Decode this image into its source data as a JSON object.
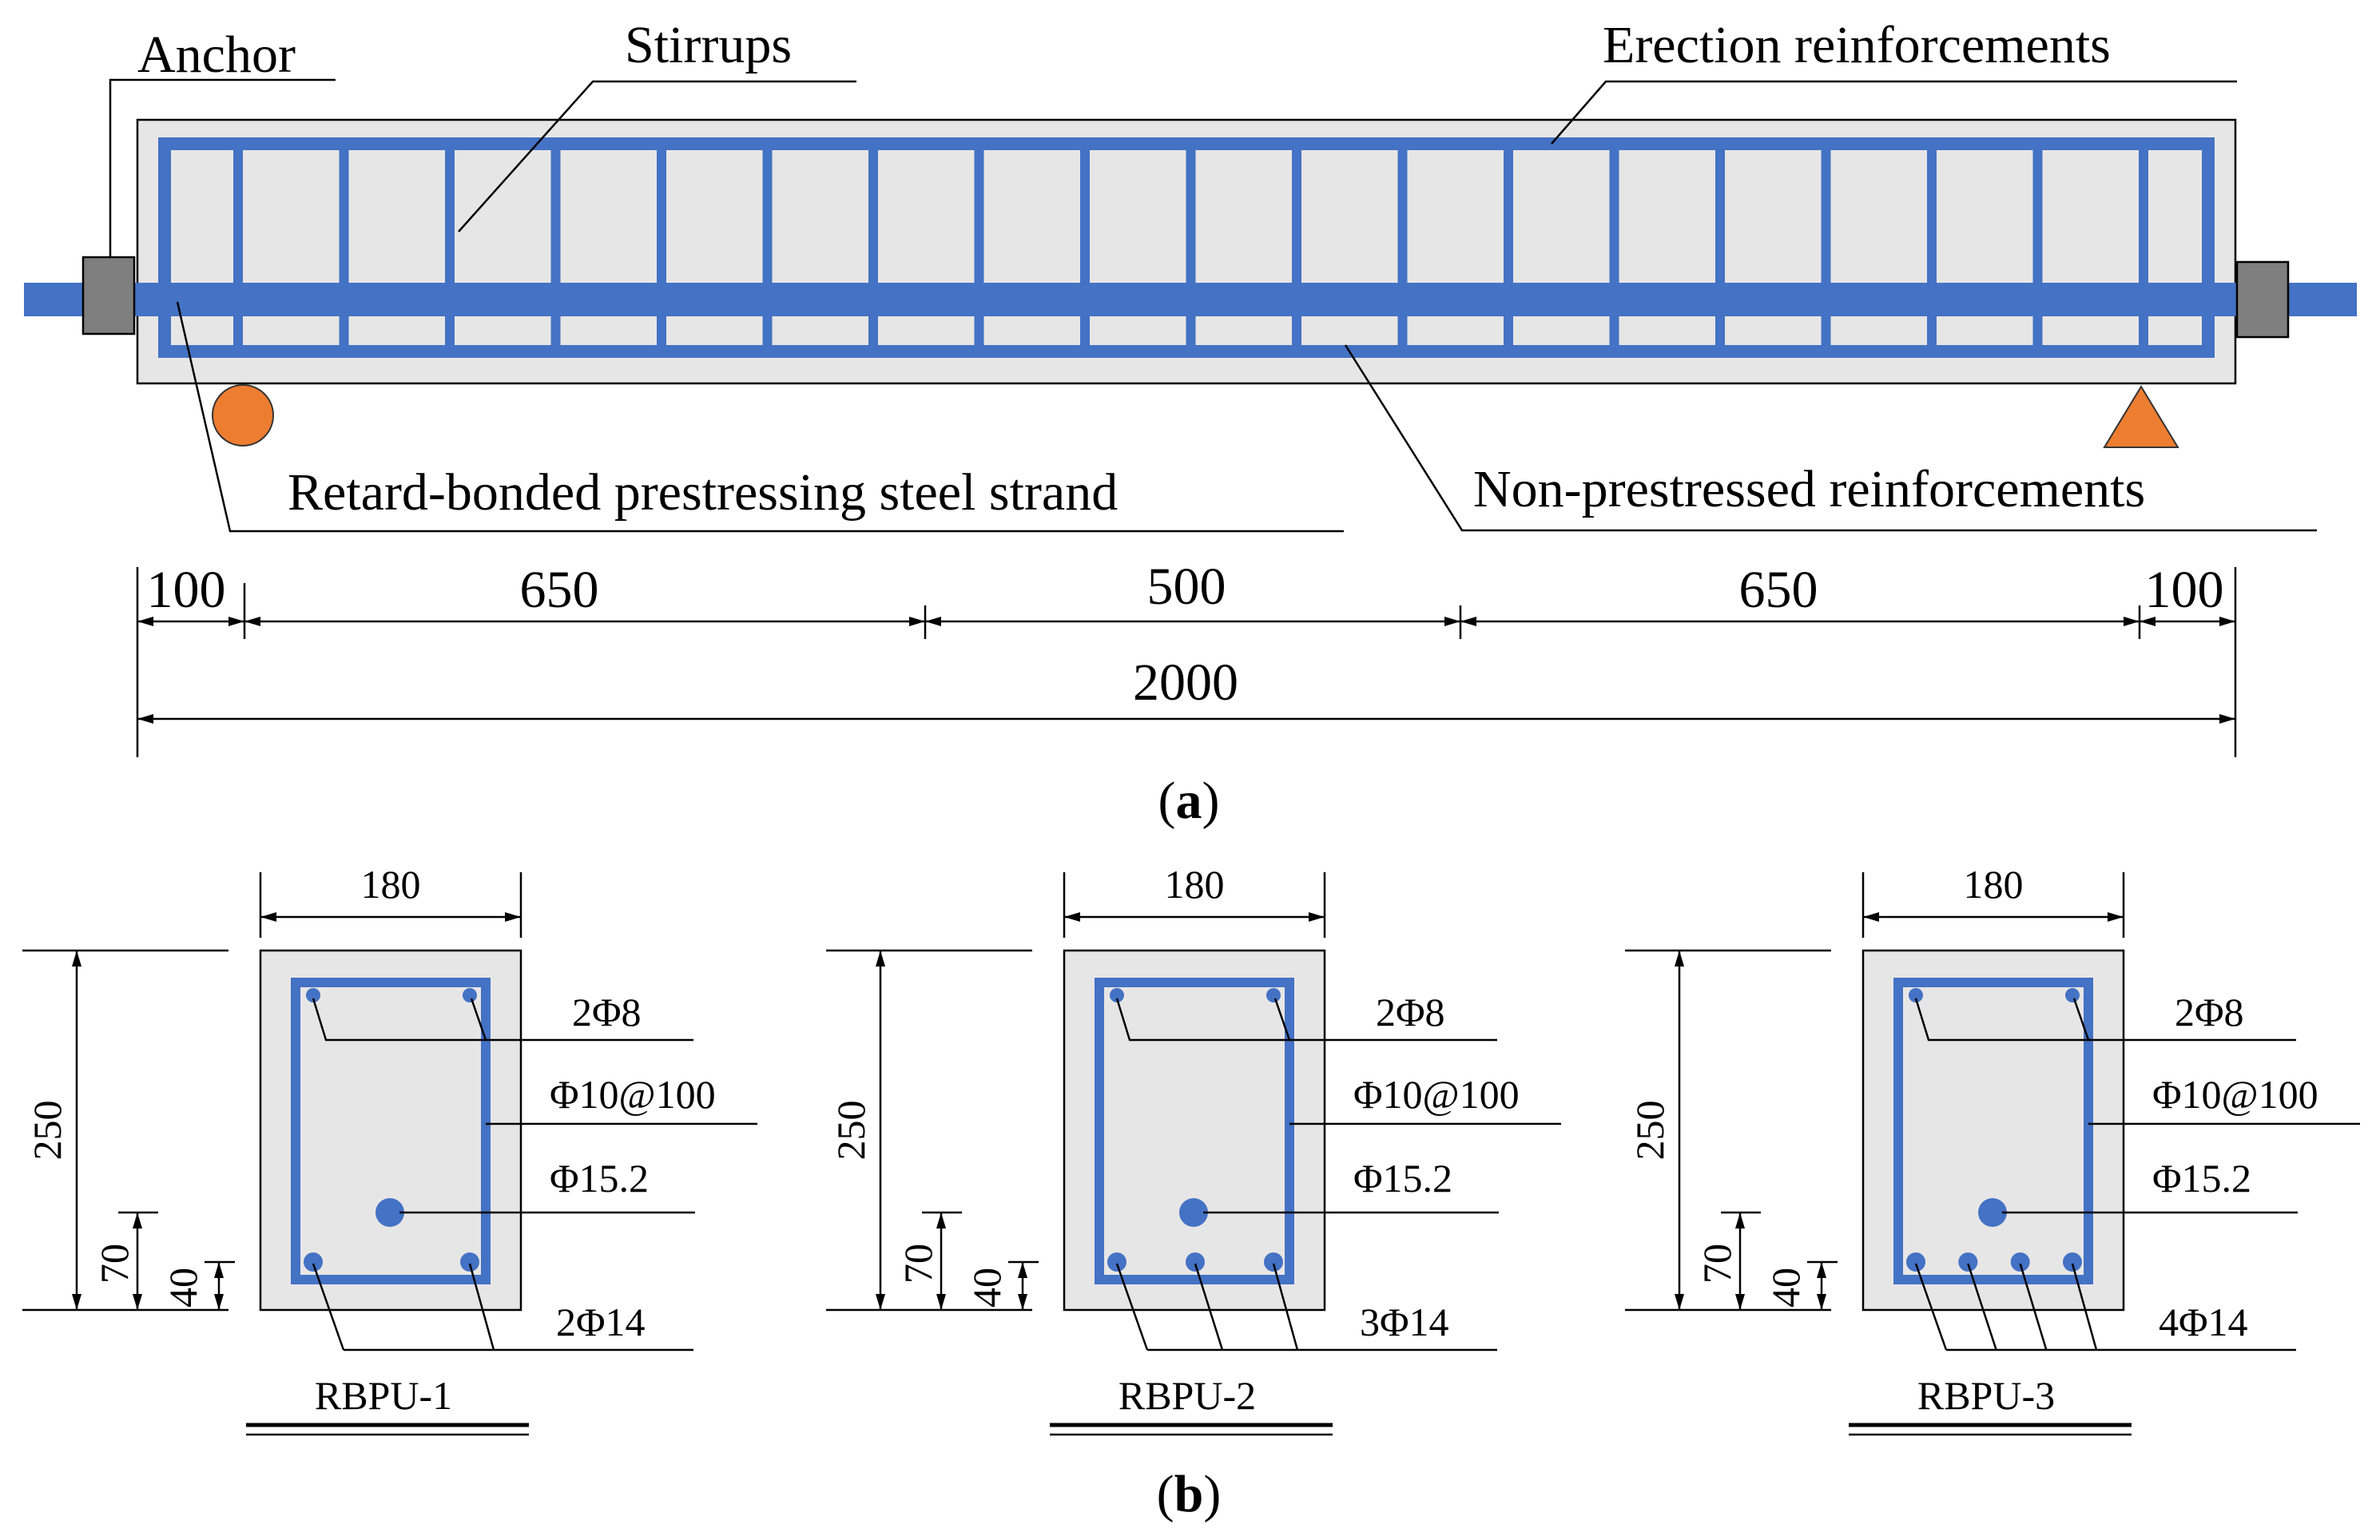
{
  "colors": {
    "rebar": "#4472C4",
    "concrete": "#E7E6E6",
    "anchor": "#7F7F7F",
    "support": "#ED7D31",
    "line": "#000000"
  },
  "elevation": {
    "labels": {
      "anchor": "Anchor",
      "stirrups": "Stirrups",
      "erection": "Erection reinforcements",
      "strand": "Retard-bonded prestressing steel strand",
      "nonprestressed": "Non-prestressed  reinforcements"
    },
    "dimensions": {
      "segments": [
        "100",
        "650",
        "500",
        "650",
        "100"
      ],
      "total": "2000"
    },
    "caption_letter": "a"
  },
  "sections": [
    {
      "name": "RBPU-1",
      "width": "180",
      "height": "250",
      "dim_a": "70",
      "dim_b": "40",
      "top_bars": "2Φ8",
      "stirrup": "Φ10@100",
      "strand": "Φ15.2",
      "bottom_bars": "2Φ14",
      "bottom_count": 2
    },
    {
      "name": "RBPU-2",
      "width": "180",
      "height": "250",
      "dim_a": "70",
      "dim_b": "40",
      "top_bars": "2Φ8",
      "stirrup": "Φ10@100",
      "strand": "Φ15.2",
      "bottom_bars": "3Φ14",
      "bottom_count": 3
    },
    {
      "name": "RBPU-3",
      "width": "180",
      "height": "250",
      "dim_a": "70",
      "dim_b": "40",
      "top_bars": "2Φ8",
      "stirrup": "Φ10@100",
      "strand": "Φ15.2",
      "bottom_bars": "4Φ14",
      "bottom_count": 4
    }
  ],
  "caption_b_letter": "b"
}
